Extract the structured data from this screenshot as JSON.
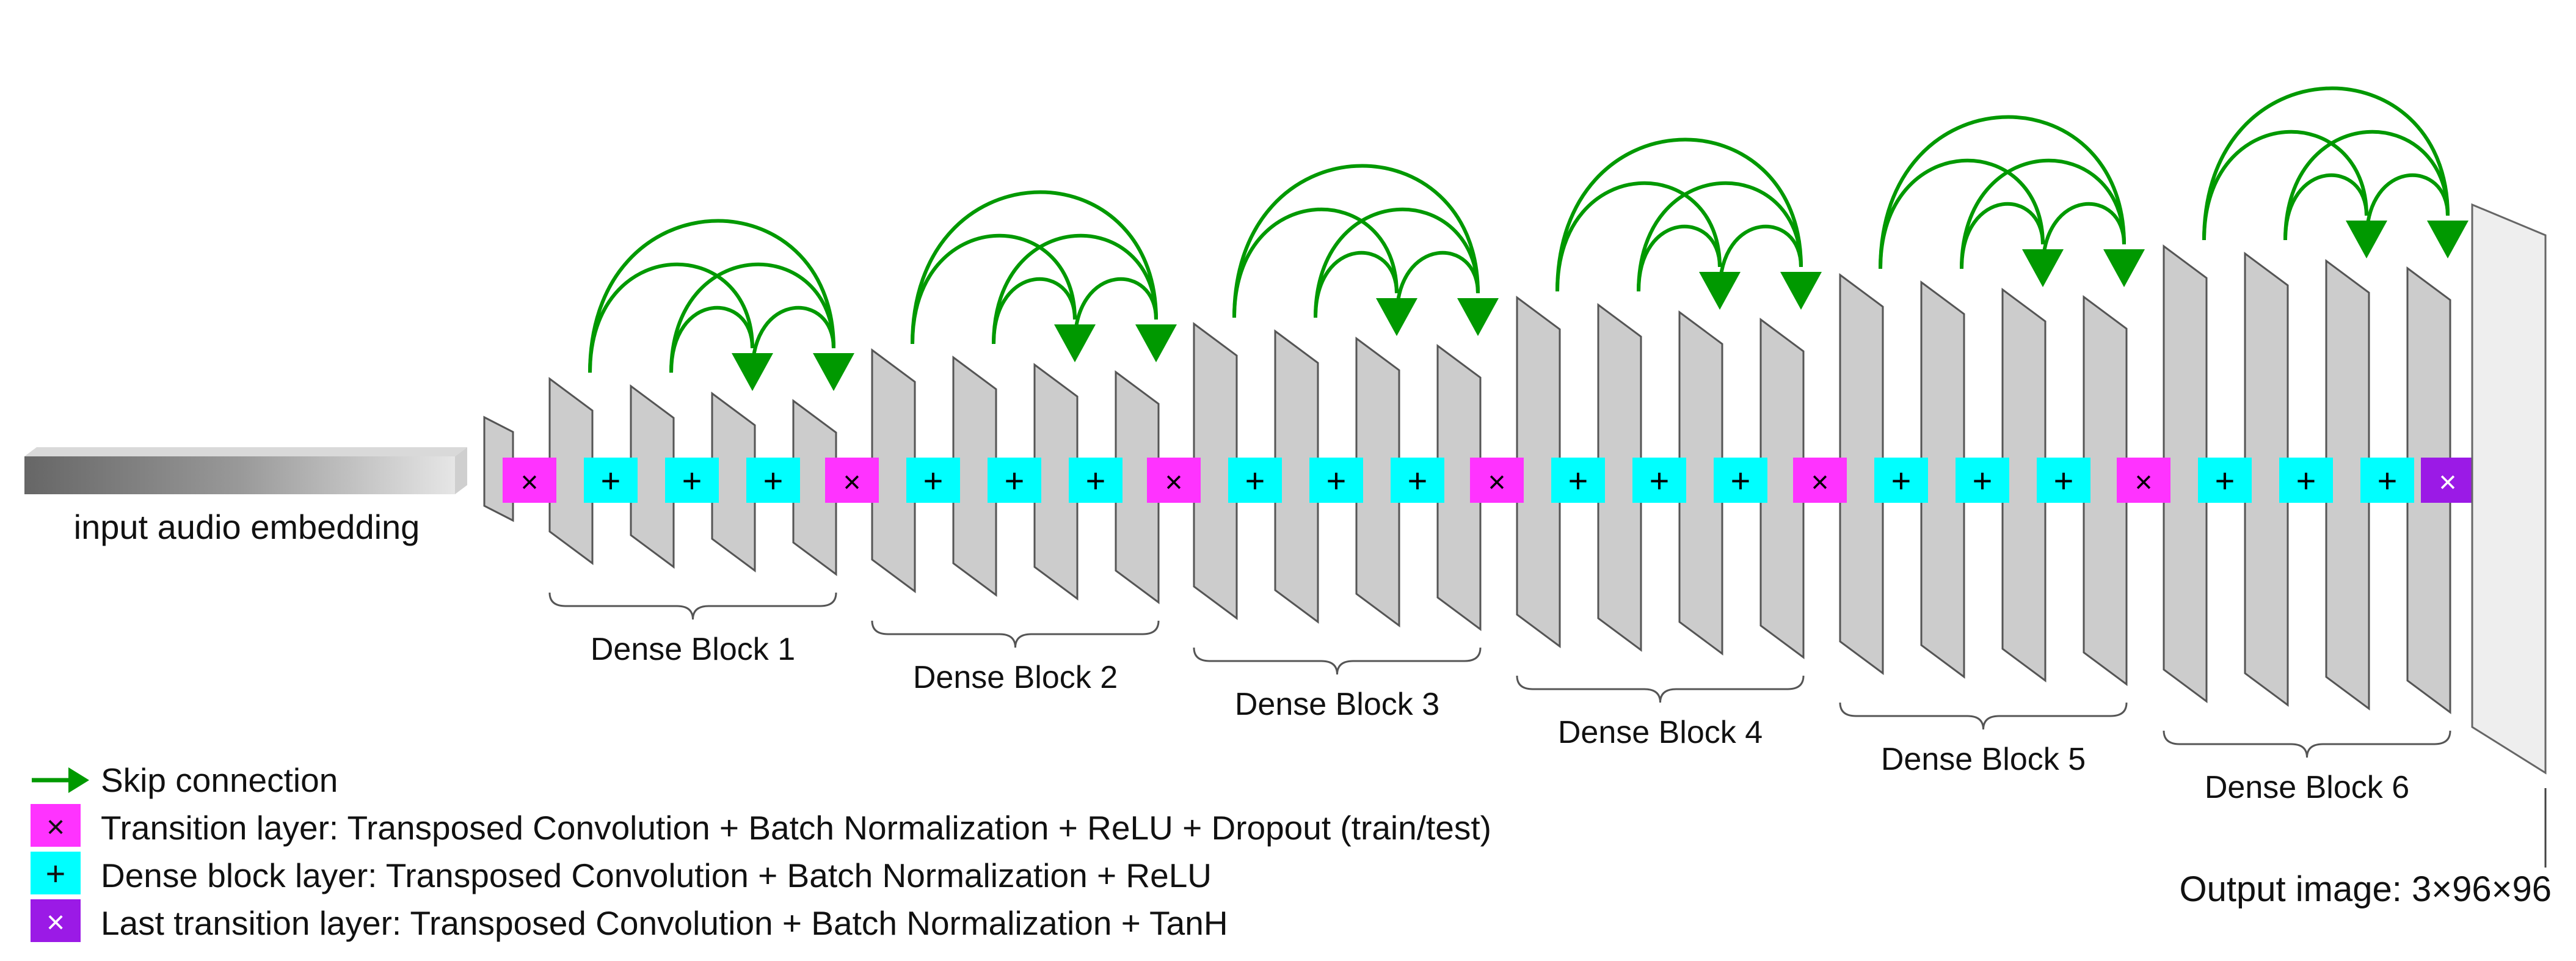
{
  "input_label": "input audio embedding",
  "blocks": [
    {
      "label": "Dense Block 1"
    },
    {
      "label": "Dense Block 2"
    },
    {
      "label": "Dense Block 3"
    },
    {
      "label": "Dense Block 4"
    },
    {
      "label": "Dense Block 5"
    },
    {
      "label": "Dense Block 6"
    }
  ],
  "symbols": {
    "transition": "×",
    "dense": "+",
    "last_transition": "×"
  },
  "legend": {
    "skip": "Skip connection",
    "transition": "Transition layer: Transposed Convolution + Batch Normalization + ReLU + Dropout (train/test)",
    "dense": "Dense block layer: Transposed Convolution + Batch Normalization + ReLU",
    "last": "Last transition layer: Transposed Convolution + Batch Normalization + TanH"
  },
  "output_label": "Output image: 3×96×96",
  "colors": {
    "transition": "#ff33ff",
    "dense": "#00ffff",
    "last_transition": "#9b1ae6",
    "skip": "#009900",
    "layer_fill": "#cccccc",
    "layer_stroke": "#555555"
  }
}
